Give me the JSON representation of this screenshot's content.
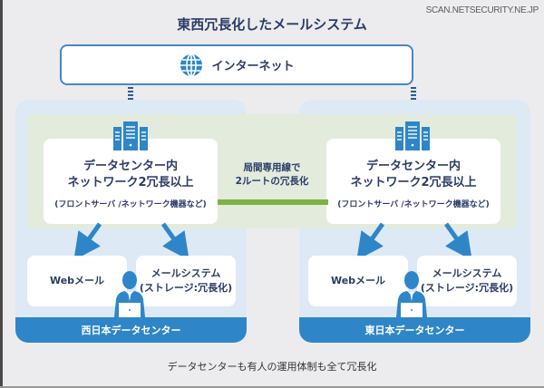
{
  "watermark": "SCAN.NETSECURITY.NE.JP",
  "title": "東西冗長化したメールシステム",
  "internet": {
    "label": "インターネット",
    "icon": "globe-icon"
  },
  "colors": {
    "accent_blue": "#2e86c8",
    "navy_text": "#2a3b66",
    "green_link": "#7cb342",
    "dc_background": "#dde9f5",
    "green_zone": "#e3ecdc"
  },
  "inter_dc_link": {
    "line1": "局間専用線で",
    "line2": "2ルートの冗長化"
  },
  "datacenters": {
    "west": {
      "name": "西日本データセンター",
      "network": {
        "line1": "データセンター内",
        "line2": "ネットワーク2冗長以上",
        "sub": "(フロントサーバ /ネットワーク機器など)",
        "icon": "server-icon"
      },
      "services": {
        "web": "Webメール",
        "mail_line1": "メールシステム",
        "mail_line2": "(ストレージ:冗長化)"
      },
      "operator_icon": "operator-icon"
    },
    "east": {
      "name": "東日本データセンター",
      "network": {
        "line1": "データセンター内",
        "line2": "ネットワーク2冗長以上",
        "sub": "(フロントサーバ /ネットワーク機器など)",
        "icon": "server-icon"
      },
      "services": {
        "web": "Webメール",
        "mail_line1": "メールシステム",
        "mail_line2": "(ストレージ:冗長化)"
      },
      "operator_icon": "operator-icon"
    }
  },
  "caption": "データセンターも有人の運用体制も全て冗長化"
}
